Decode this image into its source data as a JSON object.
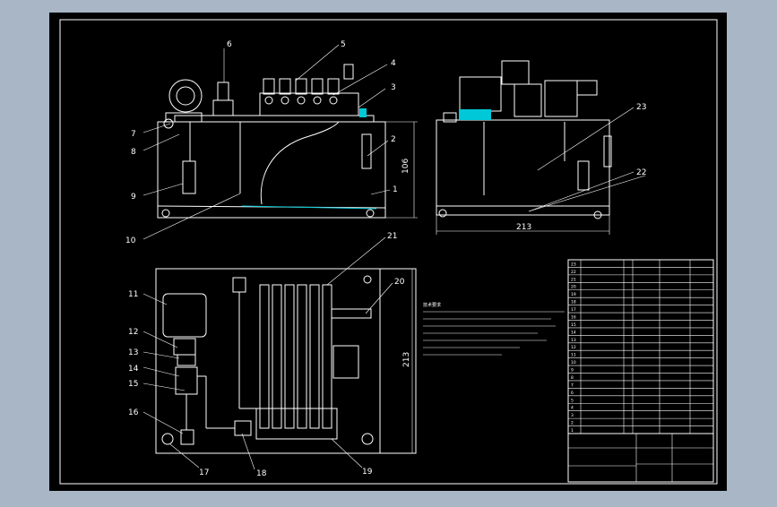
{
  "colors": {
    "background_outer": "#a9b6c6",
    "sheet": "#000000",
    "lines": "#ffffff",
    "accent_cyan": "#00c8d8"
  },
  "dimensions": {
    "front_height": "106",
    "side_width": "213",
    "top_height": "213"
  },
  "part_labels": {
    "p1": "1",
    "p2": "2",
    "p3": "3",
    "p4": "4",
    "p5": "5",
    "p6": "6",
    "p7": "7",
    "p8": "8",
    "p9": "9",
    "p10": "10",
    "p11": "11",
    "p12": "12",
    "p13": "13",
    "p14": "14",
    "p15": "15",
    "p16": "16",
    "p17": "17",
    "p18": "18",
    "p19": "19",
    "p20": "20",
    "p21": "21",
    "p22": "22",
    "p23": "23"
  },
  "notes": {
    "title": "技术要求"
  },
  "title_block": {
    "bom_numbers": [
      "23",
      "22",
      "21",
      "20",
      "19",
      "18",
      "17",
      "16",
      "15",
      "14",
      "13",
      "12",
      "11",
      "10",
      "9",
      "8",
      "7",
      "6",
      "5",
      "4",
      "3",
      "2",
      "1"
    ]
  }
}
